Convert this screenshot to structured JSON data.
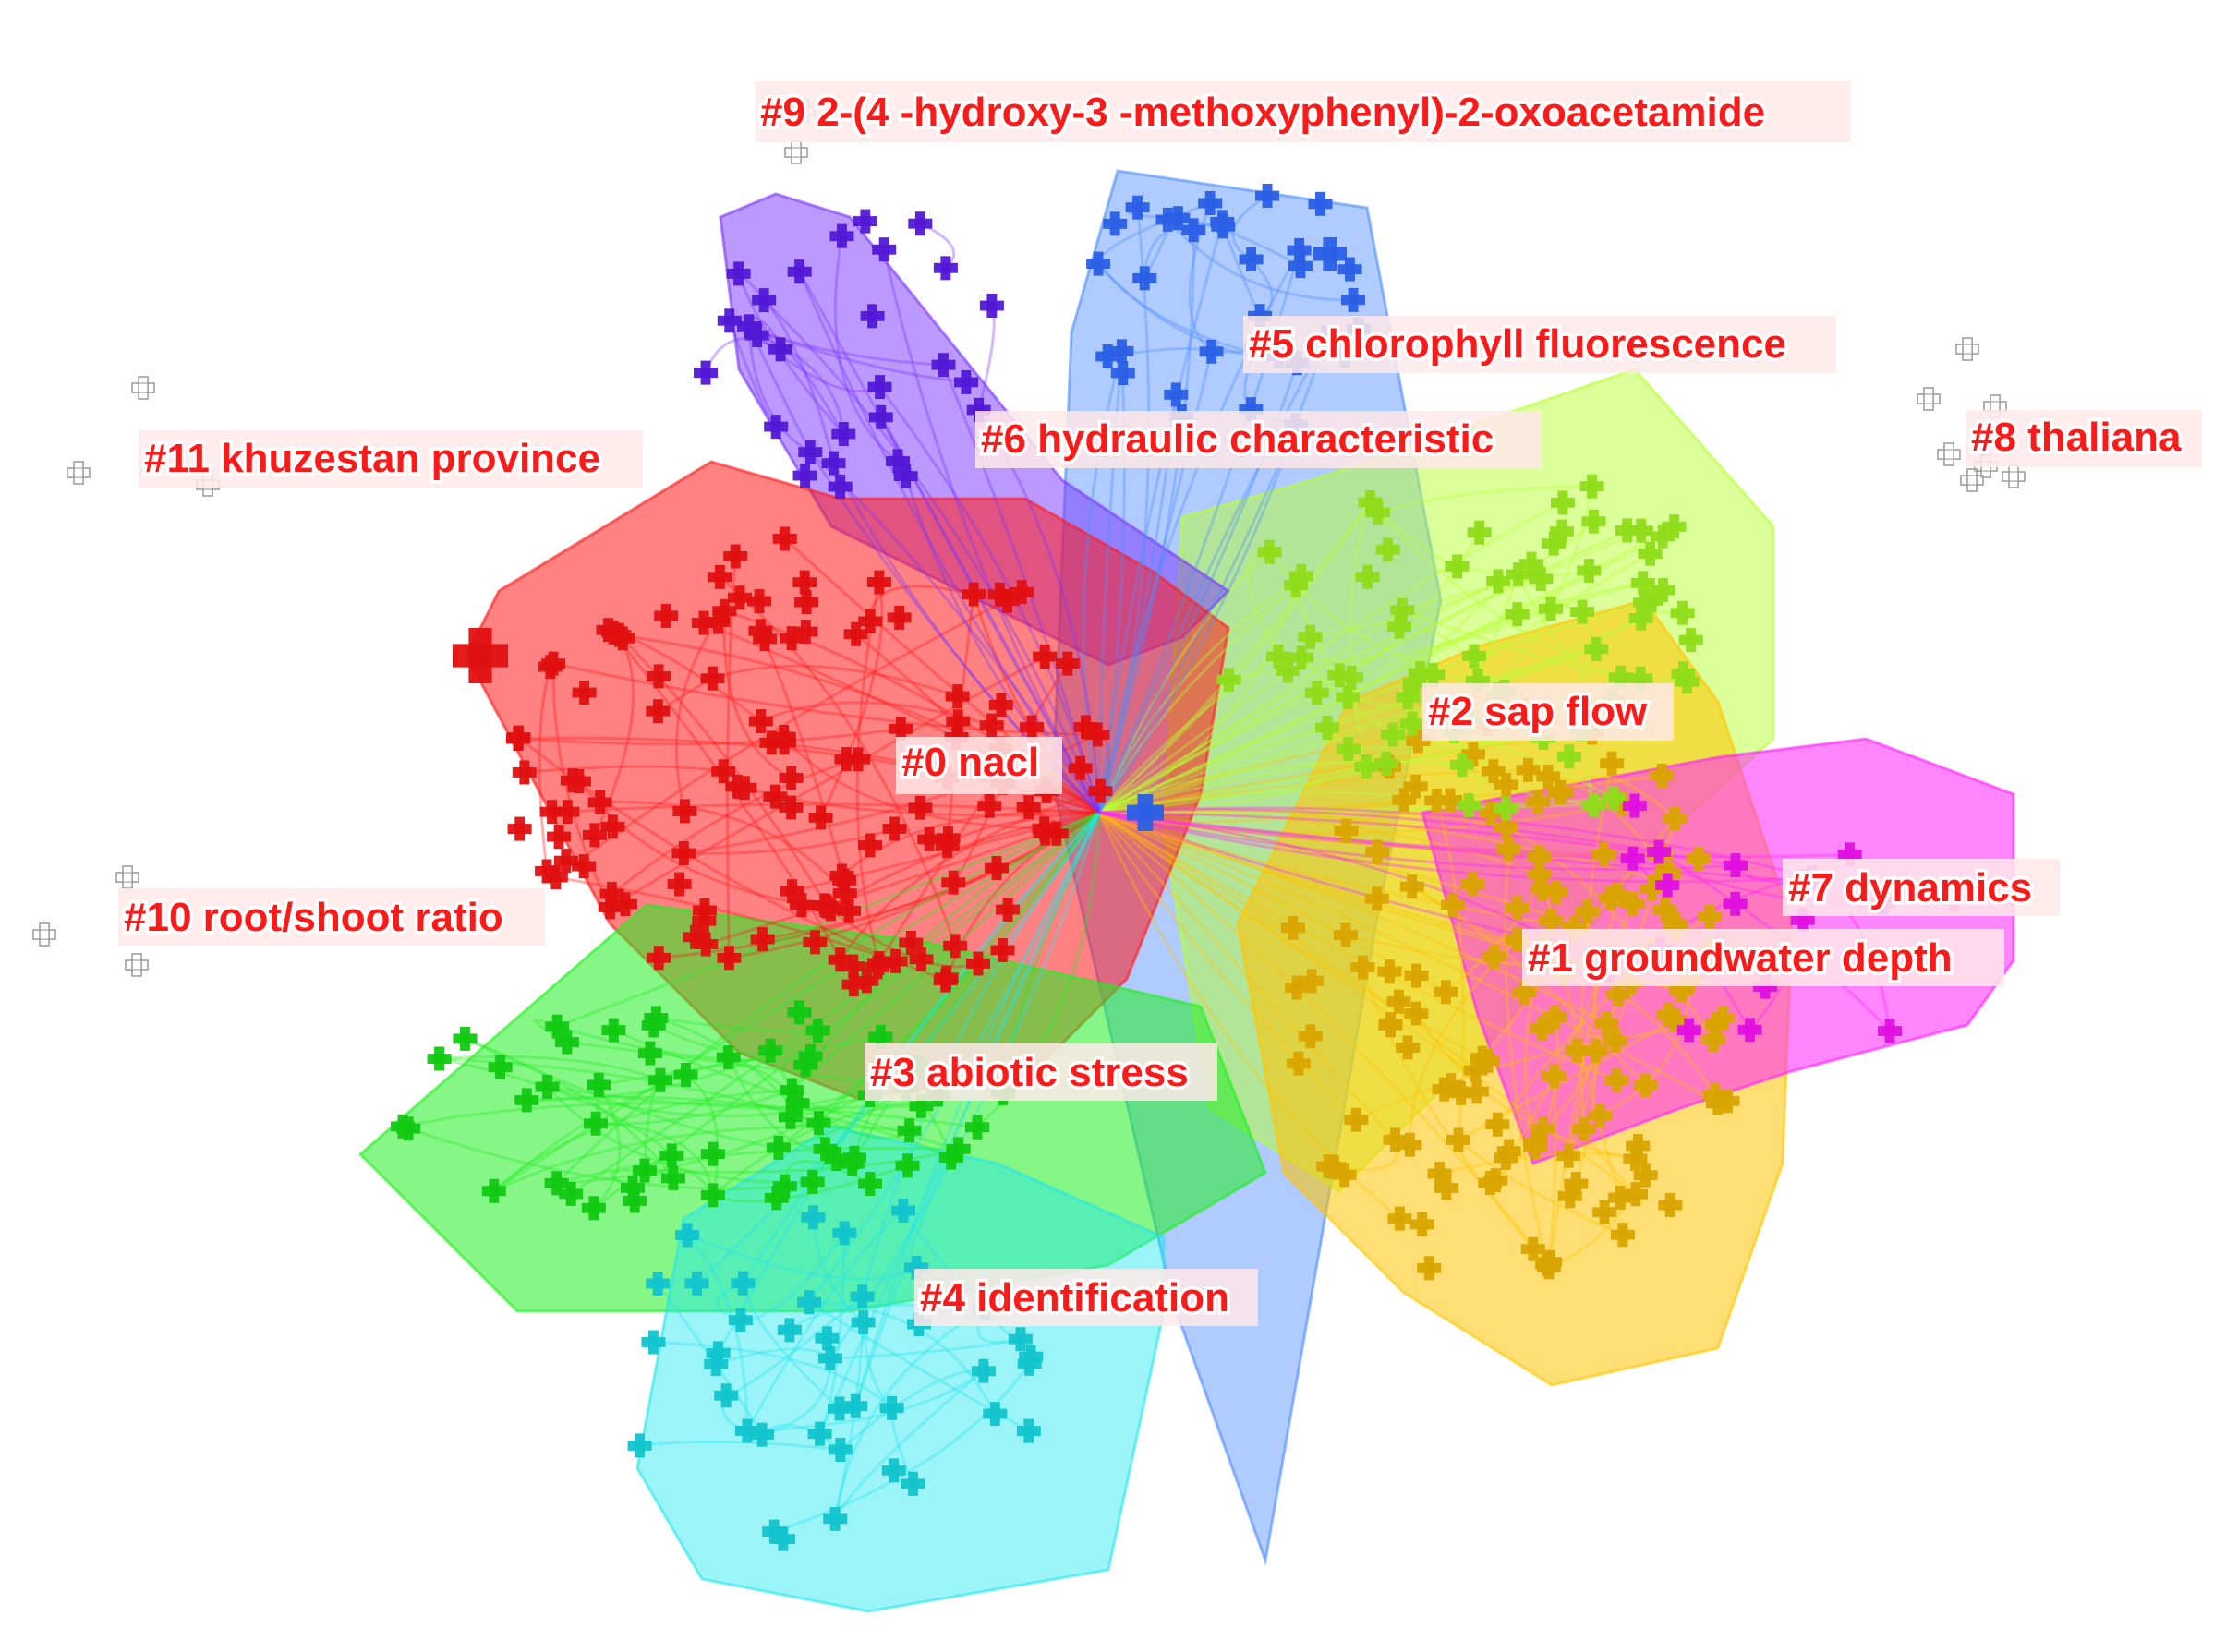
{
  "figure": {
    "type": "cluster_network",
    "clusters": [
      {
        "id": 0,
        "label": "#0 nacl",
        "color": "#ff1a1a"
      },
      {
        "id": 1,
        "label": "#1 groundwater depth",
        "color": "#ffc400"
      },
      {
        "id": 2,
        "label": "#2 sap flow",
        "color": "#b8ff33"
      },
      {
        "id": 3,
        "label": "#3 abiotic stress",
        "color": "#22ee22"
      },
      {
        "id": 4,
        "label": "#4 identification",
        "color": "#22e6ee"
      },
      {
        "id": 5,
        "label": "#5 chlorophyll fluorescence",
        "color": "#4d8cff"
      },
      {
        "id": 6,
        "label": "#6 hydraulic characteristic",
        "color": "#7a33ff"
      },
      {
        "id": 7,
        "label": "#7 dynamics",
        "color": "#ff22ff"
      },
      {
        "id": 8,
        "label": "#8 thaliana",
        "color": "#aaaaaa"
      },
      {
        "id": 9,
        "label": "#9 2-(4 -hydroxy-3 -methoxyphenyl)-2-oxoacetamide",
        "color": "#aaaaaa"
      },
      {
        "id": 10,
        "label": "#10 root/shoot ratio",
        "color": "#aaaaaa"
      },
      {
        "id": 11,
        "label": "#11 khuzestan province",
        "color": "#aaaaaa"
      }
    ]
  }
}
